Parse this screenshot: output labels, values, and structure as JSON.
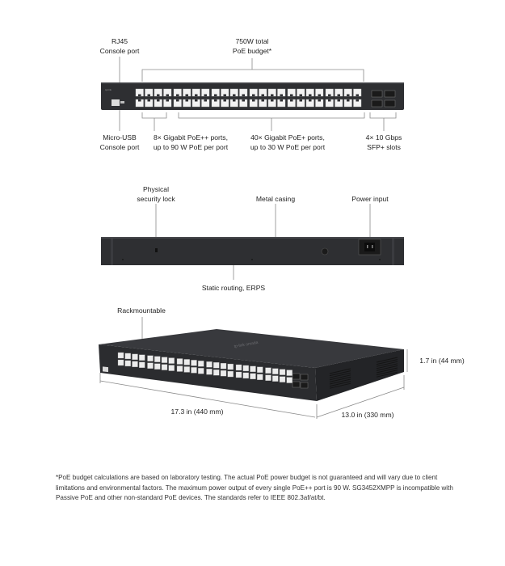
{
  "front": {
    "label_rj45": "RJ45",
    "label_rj45_b": "Console port",
    "label_budget": "750W total",
    "label_budget_b": "PoE budget*",
    "label_usb": "Micro-USB",
    "label_usb_b": "Console port",
    "label_poepp": "8× Gigabit PoE++ ports,",
    "label_poepp_b": "up to 90 W PoE per port",
    "label_poep": "40× Gigabit PoE+ ports,",
    "label_poep_b": "up to 30 W PoE per port",
    "label_sfp": "4× 10 Gbps",
    "label_sfp_b": "SFP+ slots"
  },
  "rear": {
    "label_lock": "Physical",
    "label_lock_b": "security lock",
    "label_casing": "Metal casing",
    "label_power": "Power input",
    "label_routing": "Static routing, ERPS"
  },
  "iso": {
    "label_rack": "Rackmountable",
    "dim_height": "1.7 in (44 mm)",
    "dim_width": "17.3 in (440 mm)",
    "dim_depth": "13.0 in (330 mm)"
  },
  "footnote": "*PoE budget calculations are based on laboratory testing. The actual PoE power budget is not guaranteed and will vary due to client limitations and environmental factors. The maximum power output of every single PoE++ port is 90 W. SG3452XMPP is incompatible with Passive PoE and other non-standard PoE devices. The standards refer to IEEE 802.3af/at/bt.",
  "colors": {
    "chassis": "#2e2f32",
    "chassis_dark": "#1e1f21",
    "line": "#8a8a8a",
    "port": "#f2f2f2"
  }
}
